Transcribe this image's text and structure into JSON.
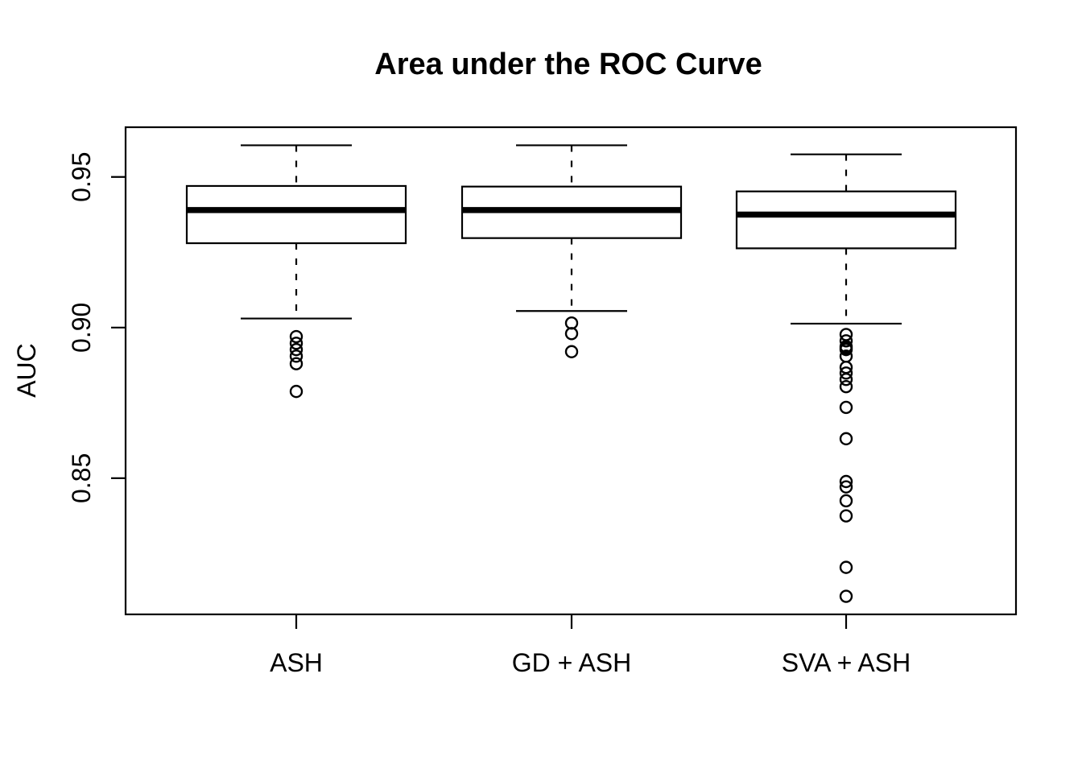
{
  "figure": {
    "background_color": "#ffffff",
    "foreground_color": "#000000"
  },
  "chart_data": {
    "type": "boxplot",
    "title": "Area under the ROC Curve",
    "xlabel": "",
    "ylabel": "AUC",
    "categories": [
      "ASH",
      "GD + ASH",
      "SVA + ASH"
    ],
    "y_ticks": [
      0.85,
      0.9,
      0.95
    ],
    "y_tick_labels": [
      "0.85",
      "0.90",
      "0.95"
    ],
    "ylim": [
      0.8048,
      0.9665
    ],
    "grid": "off",
    "legend": "none",
    "orientation": "vertical",
    "series": [
      {
        "name": "ASH",
        "whisker_low": 0.903,
        "q1": 0.928,
        "median": 0.939,
        "q3": 0.947,
        "whisker_high": 0.9605,
        "outliers": [
          0.897,
          0.8948,
          0.8927,
          0.8905,
          0.888,
          0.8788
        ]
      },
      {
        "name": "GD + ASH",
        "whisker_low": 0.9055,
        "q1": 0.9297,
        "median": 0.939,
        "q3": 0.9468,
        "whisker_high": 0.9605,
        "outliers": [
          0.9015,
          0.898,
          0.892
        ]
      },
      {
        "name": "SVA + ASH",
        "whisker_low": 0.9013,
        "q1": 0.9263,
        "median": 0.9375,
        "q3": 0.9452,
        "whisker_high": 0.9575,
        "outliers": [
          0.8977,
          0.8956,
          0.8937,
          0.8932,
          0.8927,
          0.8905,
          0.8868,
          0.8849,
          0.8828,
          0.8804,
          0.8735,
          0.8631,
          0.8489,
          0.8471,
          0.8425,
          0.8375,
          0.8204,
          0.8108
        ]
      }
    ]
  }
}
